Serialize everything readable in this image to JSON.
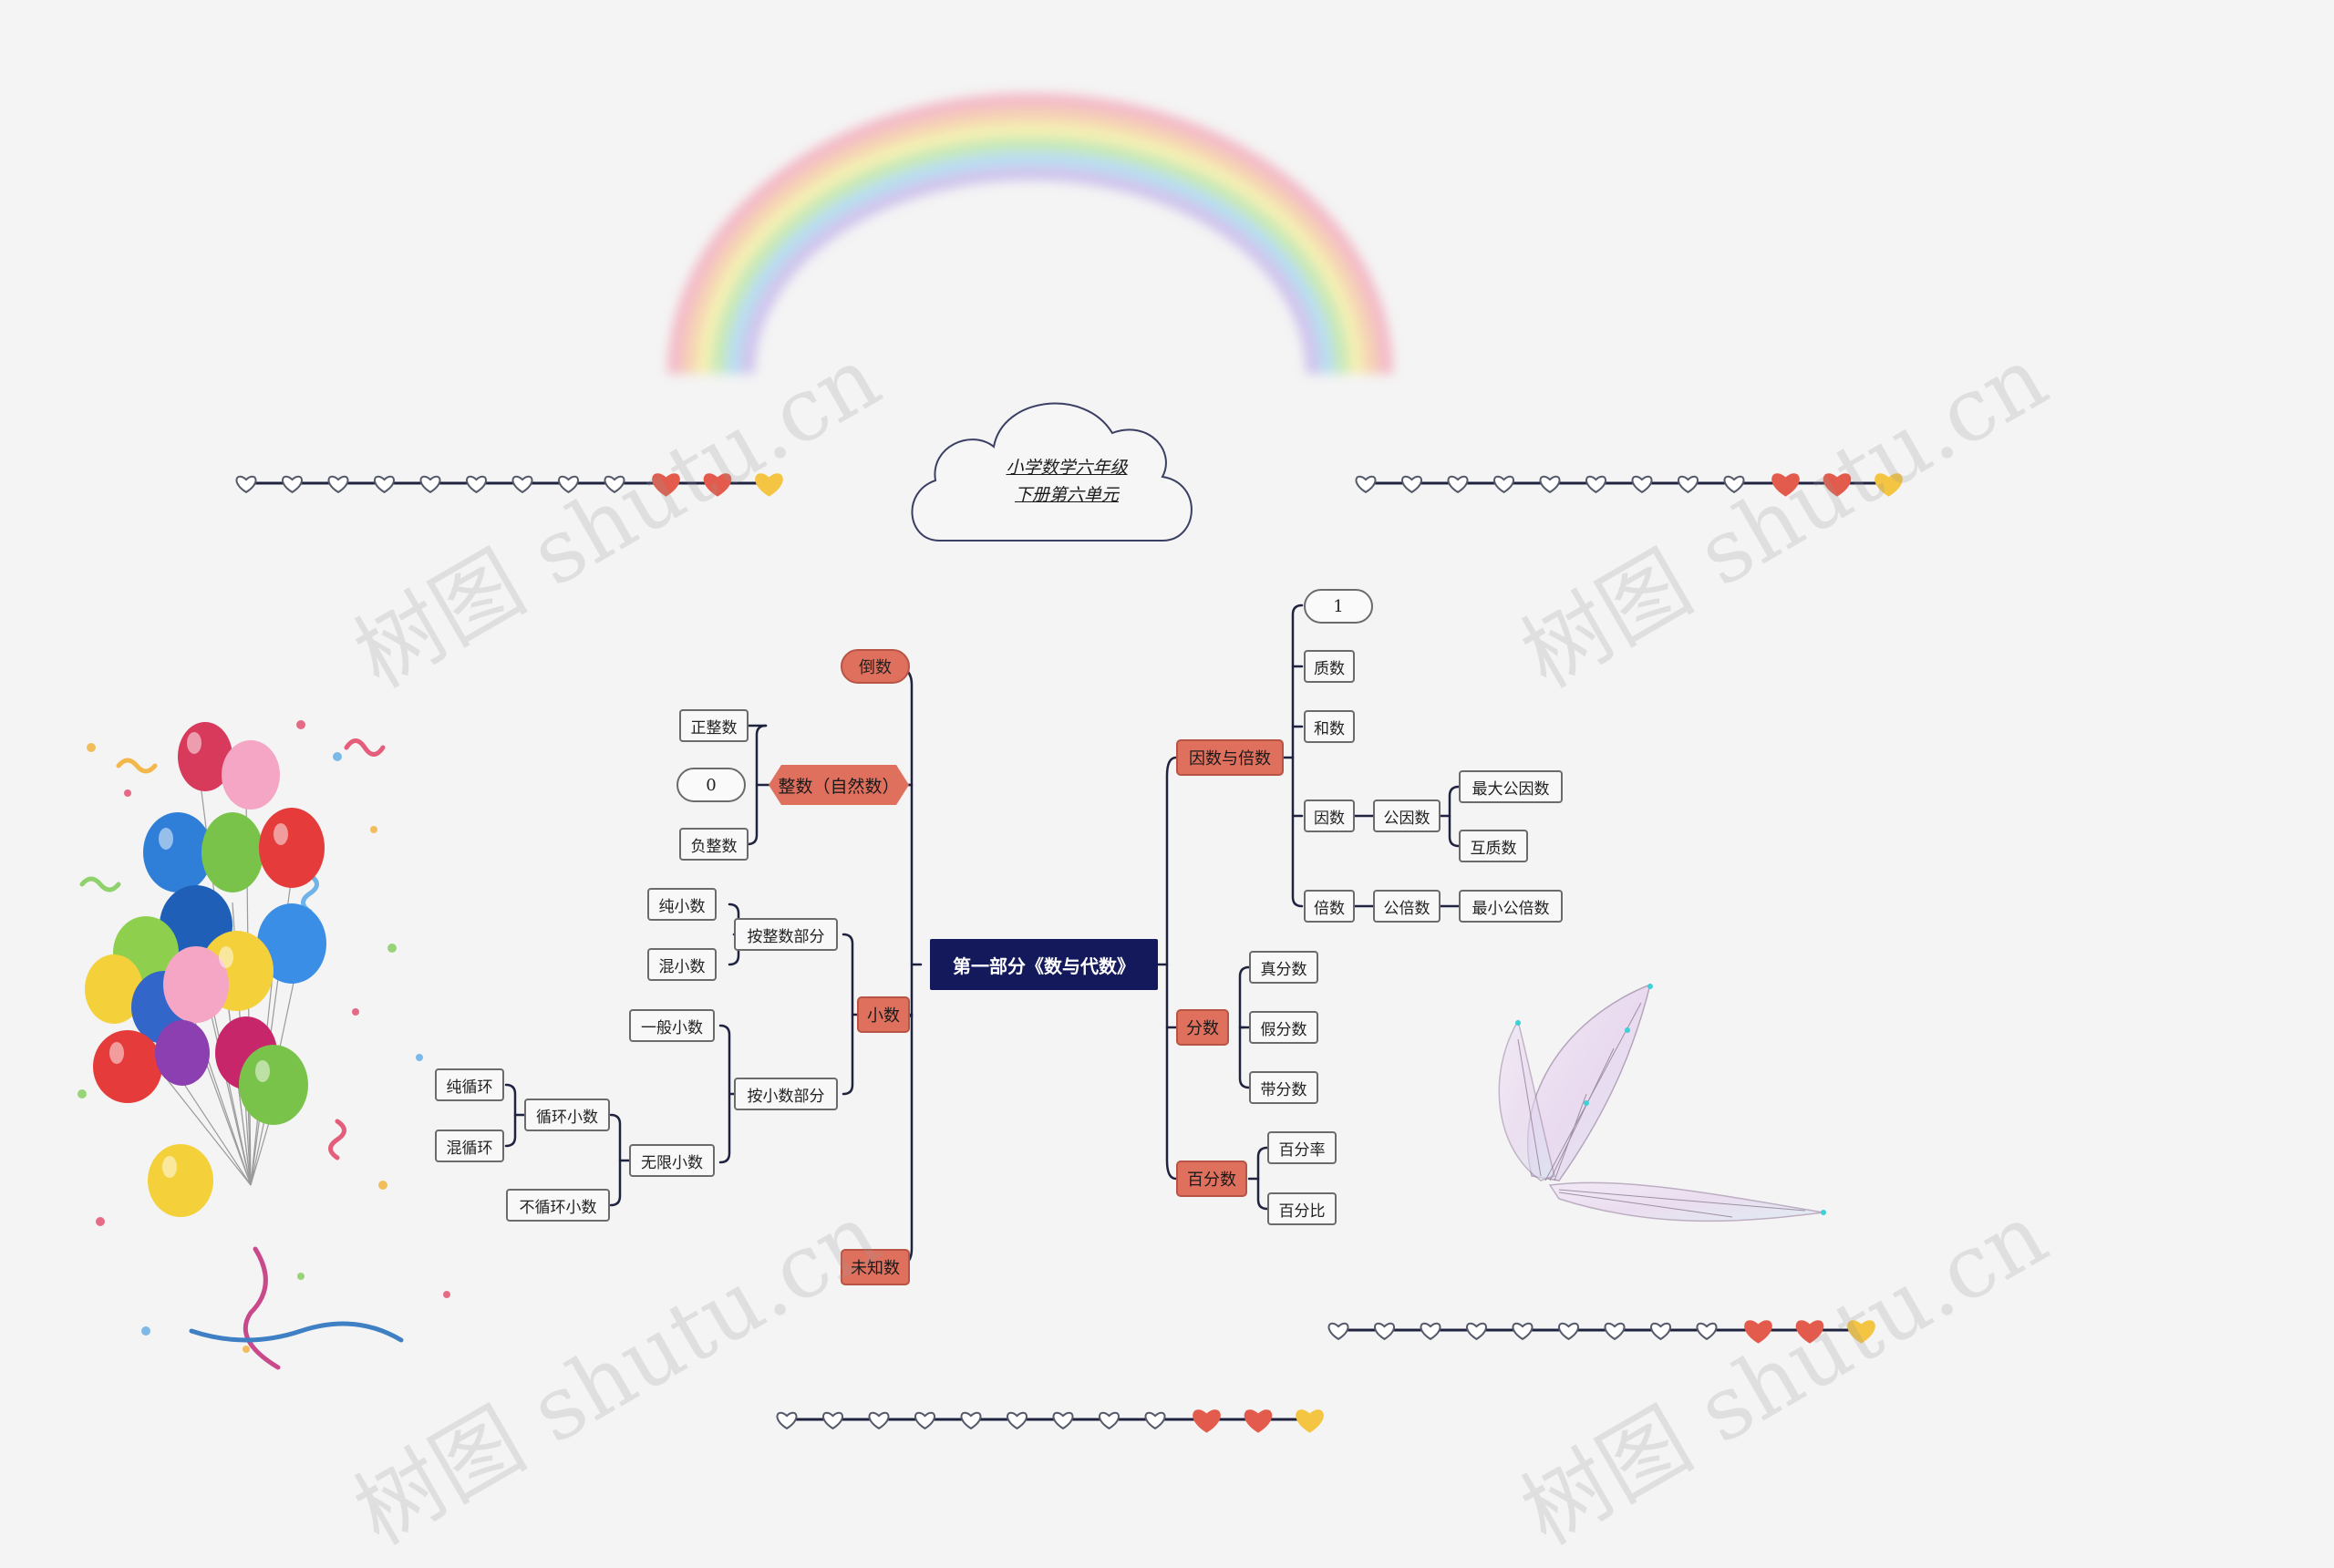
{
  "title": {
    "line1": "小学数学六年级",
    "line2": "下册第六单元"
  },
  "central": "第一部分《数与代数》",
  "left": {
    "daoshu": "倒数",
    "zhengshu": "整数（自然数）",
    "zhengzhengshu": "正整数",
    "zero": "0",
    "fuzhengshu": "负整数",
    "xiaoshu": "小数",
    "an_zhengshu_bufen": "按整数部分",
    "chun_xiaoshu": "纯小数",
    "hun_xiaoshu": "混小数",
    "an_xiaoshu_bufen": "按小数部分",
    "yiban_xiaoshu": "一般小数",
    "wuxian_xiaoshu": "无限小数",
    "xunhuan_xiaoshu": "循环小数",
    "bu_xunhuan_xiaoshu": "不循环小数",
    "chun_xunhuan": "纯循环",
    "hun_xunhuan": "混循环",
    "weizhishu": "未知数"
  },
  "right": {
    "yinshu_yu_beishu": "因数与倍数",
    "one": "1",
    "zhishu": "质数",
    "heshu": "和数",
    "yinshu": "因数",
    "gong_yinshu": "公因数",
    "zuida_gongyinshu": "最大公因数",
    "huzhishu": "互质数",
    "beishu": "倍数",
    "gong_beishu": "公倍数",
    "zuixiao_gongbeishu": "最小公倍数",
    "fenshu": "分数",
    "zhen_fenshu": "真分数",
    "jia_fenshu": "假分数",
    "dai_fenshu": "带分数",
    "baifenshu": "百分数",
    "baifenlv": "百分率",
    "baifenbi": "百分比"
  },
  "watermark": "树图 shutu.cn",
  "colors": {
    "accent_red": "#e0705e",
    "central_navy": "#13195a",
    "line": "#1f2340",
    "heart_red": "#e35b4c",
    "heart_yellow": "#f4c542"
  },
  "decorations": {
    "heart_rows": "heart-chain-icon",
    "rainbow": "rainbow-icon",
    "balloons": "balloons-icon",
    "wing": "wing-icon",
    "cloud": "cloud-icon"
  }
}
